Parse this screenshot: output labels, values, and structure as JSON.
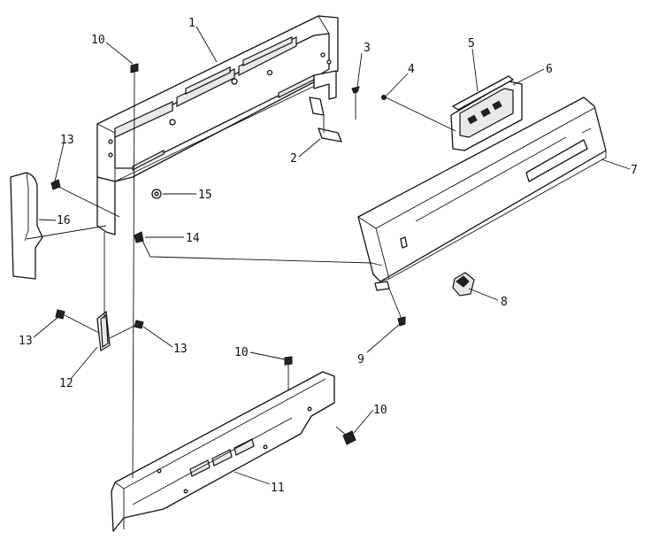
{
  "diagram": {
    "callouts": {
      "c1": "1",
      "c2": "2",
      "c3": "3",
      "c4": "4",
      "c5": "5",
      "c6": "6",
      "c7": "7",
      "c8": "8",
      "c9": "9",
      "c10a": "10",
      "c10b": "10",
      "c10c": "10",
      "c11": "11",
      "c12": "12",
      "c13a": "13",
      "c13b": "13",
      "c13c": "13",
      "c14": "14",
      "c15": "15",
      "c16": "16"
    }
  }
}
